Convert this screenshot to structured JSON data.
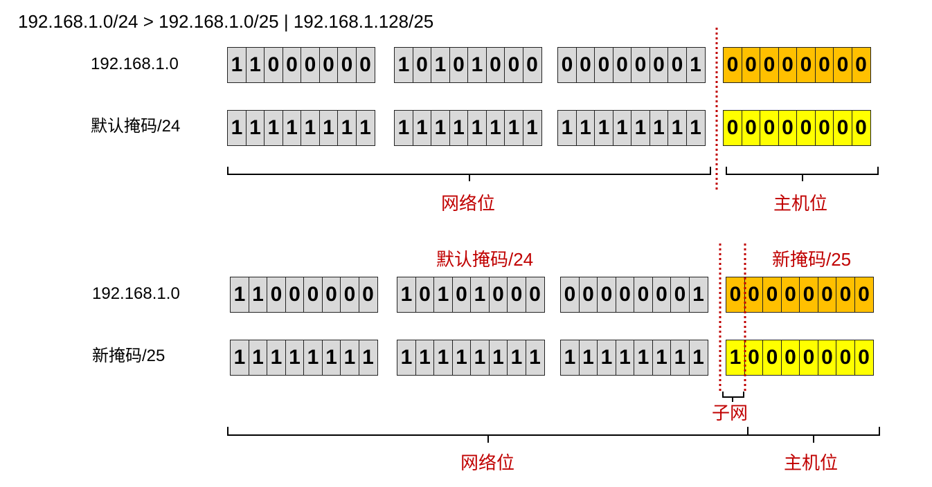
{
  "title": "192.168.1.0/24   >  192.168.1.0/25 | 192.168.1.128/25",
  "colors": {
    "network": "#d9d9d9",
    "host_ip": "#ffc000",
    "host_mask": "#ffff00",
    "accent": "#c00000"
  },
  "section1": {
    "rows": [
      {
        "label": "192.168.1.0",
        "octets": [
          "11000000",
          "10101000",
          "00000001",
          "00000000"
        ],
        "host_color": "orange"
      },
      {
        "label": "默认掩码/24",
        "octets": [
          "11111111",
          "11111111",
          "11111111",
          "00000000"
        ],
        "host_color": "yellow"
      }
    ],
    "network_label": "网络位",
    "host_label": "主机位"
  },
  "section2": {
    "default_mask_label": "默认掩码/24",
    "new_mask_label": "新掩码/25",
    "rows": [
      {
        "label": "192.168.1.0",
        "octets": [
          "11000000",
          "10101000",
          "00000001",
          "00000000"
        ],
        "host_color": "orange"
      },
      {
        "label": "新掩码/25",
        "octets": [
          "11111111",
          "11111111",
          "11111111",
          "10000000"
        ],
        "host_color": "yellow"
      }
    ],
    "subnet_label": "子网",
    "network_label": "网络位",
    "host_label": "主机位"
  }
}
